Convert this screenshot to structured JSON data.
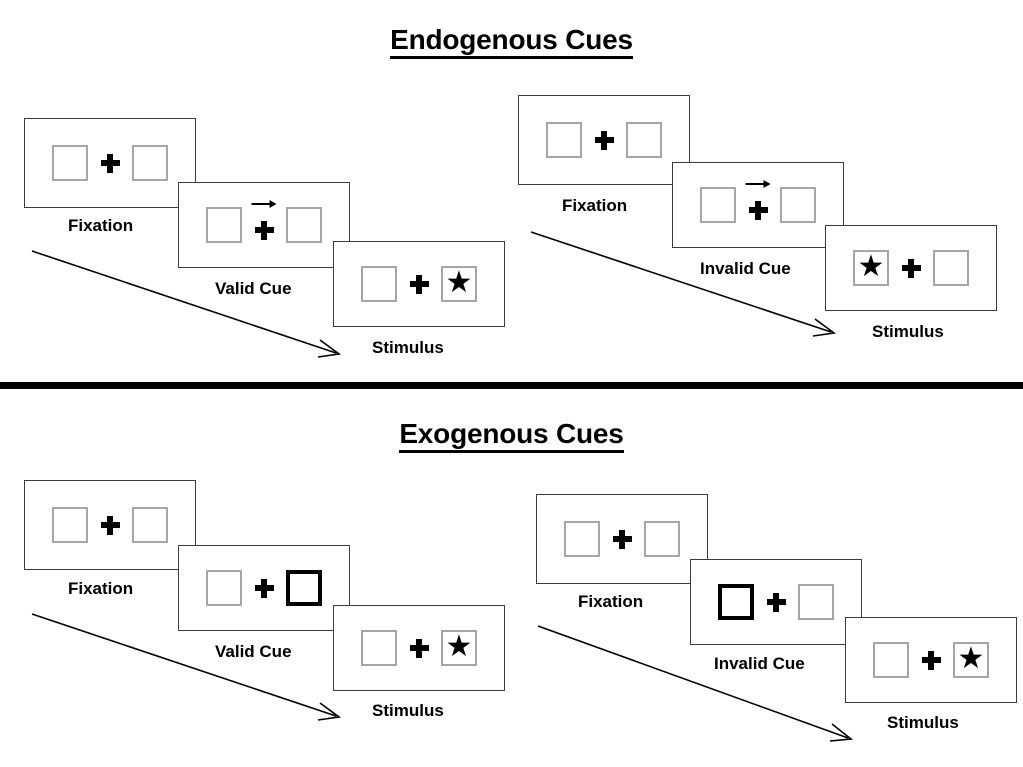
{
  "figure": {
    "sections": [
      {
        "id": "endogenous",
        "title": "Endogenous Cues",
        "columns": [
          {
            "id": "endogenous-valid",
            "panels": [
              {
                "label": "Fixation",
                "cue": "none",
                "stimulus": "none",
                "arrow": false
              },
              {
                "label": "Valid Cue",
                "cue": "arrow-right",
                "stimulus": "none",
                "arrow": true
              },
              {
                "label": "Stimulus",
                "cue": "none",
                "stimulus": "right",
                "arrow": false
              }
            ]
          },
          {
            "id": "endogenous-invalid",
            "panels": [
              {
                "label": "Fixation",
                "cue": "none",
                "stimulus": "none",
                "arrow": false
              },
              {
                "label": "Invalid Cue",
                "cue": "arrow-right",
                "stimulus": "none",
                "arrow": true
              },
              {
                "label": "Stimulus",
                "cue": "none",
                "stimulus": "left",
                "arrow": false
              }
            ]
          }
        ]
      },
      {
        "id": "exogenous",
        "title": "Exogenous Cues",
        "columns": [
          {
            "id": "exogenous-valid",
            "panels": [
              {
                "label": "Fixation",
                "cue": "none",
                "stimulus": "none",
                "arrow": false
              },
              {
                "label": "Valid Cue",
                "cue": "box-right",
                "stimulus": "none",
                "arrow": false
              },
              {
                "label": "Stimulus",
                "cue": "none",
                "stimulus": "right",
                "arrow": false
              }
            ]
          },
          {
            "id": "exogenous-invalid",
            "panels": [
              {
                "label": "Fixation",
                "cue": "none",
                "stimulus": "none",
                "arrow": false
              },
              {
                "label": "Invalid Cue",
                "cue": "box-left",
                "stimulus": "none",
                "arrow": false
              },
              {
                "label": "Stimulus",
                "cue": "none",
                "stimulus": "right",
                "arrow": false
              }
            ]
          }
        ]
      }
    ],
    "glyphs": {
      "star": "★",
      "fixation_cross": "plus-icon",
      "cue_arrow": "arrow-right-icon",
      "timeline_arrow": "timeline-arrow-icon"
    },
    "colors": {
      "background": "#ffffff",
      "ink": "#000000",
      "frame_border": "#3c3c3c",
      "box_border": "#a6a6a6",
      "cued_box_border": "#000000",
      "divider": "#000000"
    }
  }
}
